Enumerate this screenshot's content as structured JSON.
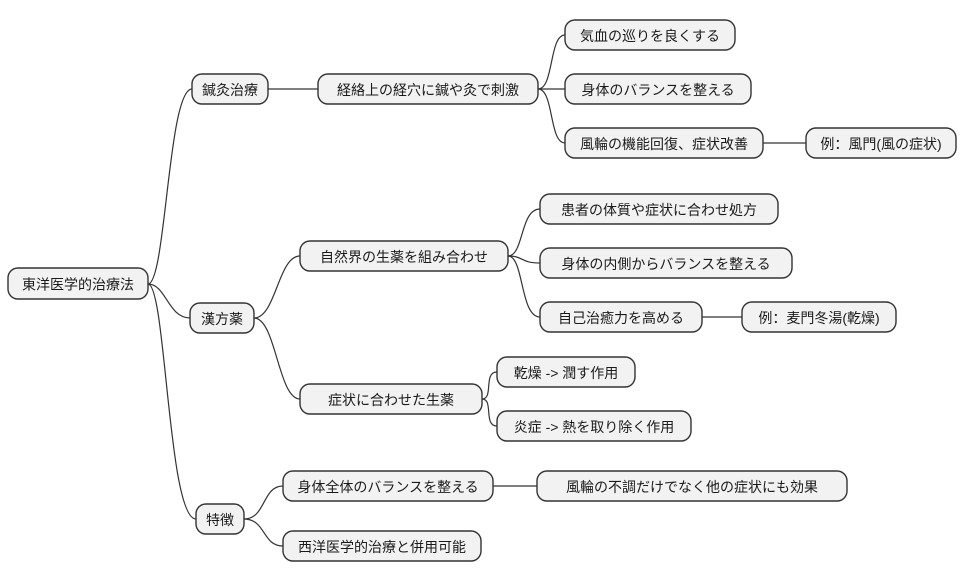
{
  "diagram": {
    "type": "mindmap",
    "orientation": "left-to-right",
    "colors": {
      "background": "#ffffff",
      "node_fill": "#f2f2f2",
      "node_stroke": "#333333",
      "edge": "#333333",
      "text": "#1a1a1a"
    },
    "tree": {
      "label": "東洋医学的治療法",
      "children": [
        {
          "label": "鍼灸治療",
          "children": [
            {
              "label": "経絡上の経穴に鍼や灸で刺激",
              "children": [
                {
                  "label": "気血の巡りを良くする"
                },
                {
                  "label": "身体のバランスを整える"
                },
                {
                  "label": "風輪の機能回復、症状改善",
                  "children": [
                    {
                      "label": "例：風門(風の症状)"
                    }
                  ]
                }
              ]
            }
          ]
        },
        {
          "label": "漢方薬",
          "children": [
            {
              "label": "自然界の生薬を組み合わせ",
              "children": [
                {
                  "label": "患者の体質や症状に合わせ処方"
                },
                {
                  "label": "身体の内側からバランスを整える"
                },
                {
                  "label": "自己治癒力を高める",
                  "children": [
                    {
                      "label": "例：麦門冬湯(乾燥)"
                    }
                  ]
                }
              ]
            },
            {
              "label": "症状に合わせた生薬",
              "children": [
                {
                  "label": "乾燥 -> 潤す作用"
                },
                {
                  "label": "炎症 -> 熱を取り除く作用"
                }
              ]
            }
          ]
        },
        {
          "label": "特徴",
          "children": [
            {
              "label": "身体全体のバランスを整える",
              "children": [
                {
                  "label": "風輪の不調だけでなく他の症状にも効果"
                }
              ]
            },
            {
              "label": "西洋医学的治療と併用可能"
            }
          ]
        }
      ]
    }
  }
}
